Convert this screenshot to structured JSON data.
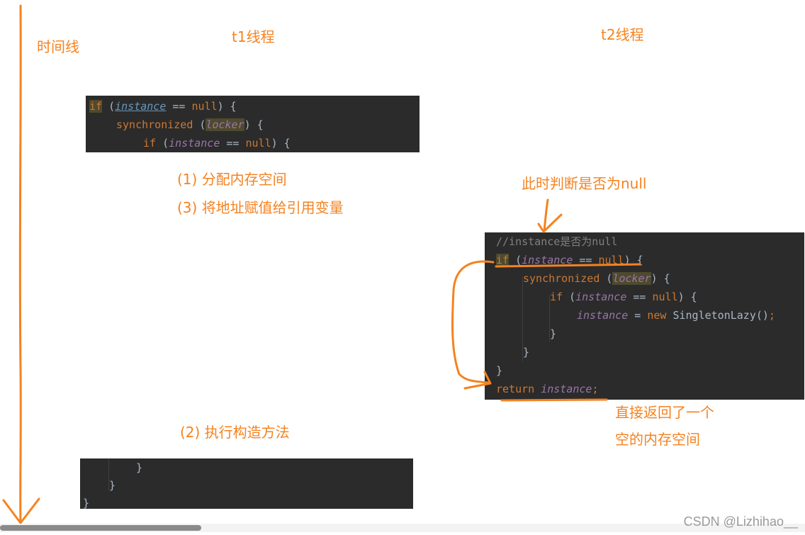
{
  "labels": {
    "timeline": "时间线",
    "t1": "t1线程",
    "t2": "t2线程",
    "step1": "(1) 分配内存空间",
    "step3": "(3) 将地址赋值给引用变量",
    "step2": "(2) 执行构造方法",
    "judge": "此时判断是否为null",
    "return_line1": "直接返回了一个",
    "return_line2": "空的内存空间"
  },
  "code_t1_top": {
    "kw_if": "if",
    "paren_open": "(",
    "field": "instance",
    "eq": " == ",
    "null": "null",
    "close": ") {",
    "kw_sync": "synchronized",
    "lock_field": "locker",
    "kw_if2": "if",
    "field2": "instance",
    "null2": "null"
  },
  "code_t1_bottom": {
    "brace": "}"
  },
  "code_t2": {
    "comment": "//instance是否为null",
    "kw_if": "if",
    "field": "instance",
    "null": "null",
    "kw_sync": "synchronized",
    "lock_field": "locker",
    "kw_new": "new",
    "class_name": "SingletonLazy",
    "kw_return": "return",
    "brace": "}"
  },
  "watermark": "CSDN @Lizhihao__",
  "colors": {
    "annotation": "#f58220",
    "editor_bg": "#2b2b2b",
    "keyword": "#cc7832",
    "field": "#9876aa",
    "text": "#a9b7c6",
    "comment": "#808080"
  }
}
